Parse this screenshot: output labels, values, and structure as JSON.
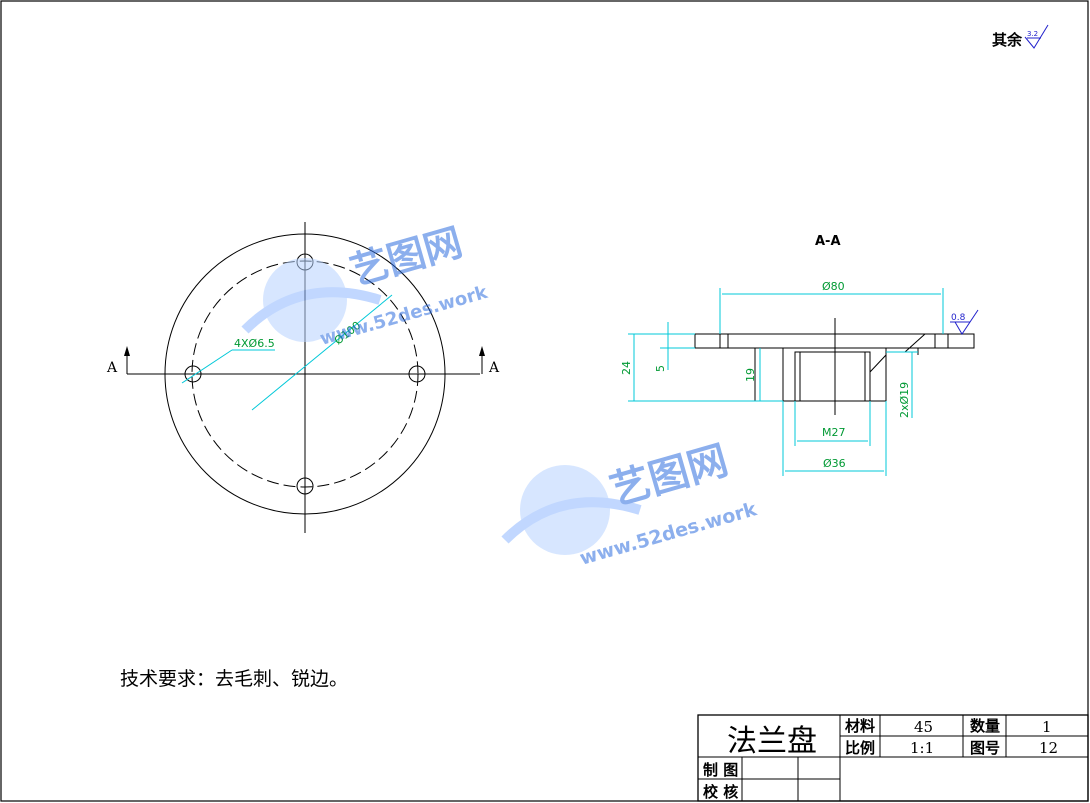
{
  "surface_finish": {
    "prefix": "其余",
    "value": "3.2"
  },
  "front_view": {
    "section_left": "A",
    "section_right": "A",
    "holes_label": "4XØ6.5",
    "pcd_label": "Ø100"
  },
  "section_view": {
    "title": "A-A",
    "dim_d80": "Ø80",
    "dim_24": "24",
    "dim_5": "5",
    "dim_19": "19",
    "dim_m27": "M27",
    "dim_d36": "Ø36",
    "dim_chamfer": "2xØ19",
    "roughness": "0.8"
  },
  "tech_req": "技术要求：去毛刺、锐边。",
  "title_block": {
    "part_name": "法兰盘",
    "material_label": "材料",
    "material_value": "45",
    "qty_label": "数量",
    "qty_value": "1",
    "scale_label": "比例",
    "scale_value": "1:1",
    "drawing_no_label": "图号",
    "drawing_no_value": "12",
    "drawn_label": "制 图",
    "checked_label": "校 核"
  },
  "watermark": {
    "brand": "艺图网",
    "url": "www.52des.work"
  },
  "colors": {
    "dimension": "#00c8d8",
    "dim_text": "#009933",
    "watermark": "#2f6ee0",
    "roughness_symbol": "#2222cc"
  }
}
